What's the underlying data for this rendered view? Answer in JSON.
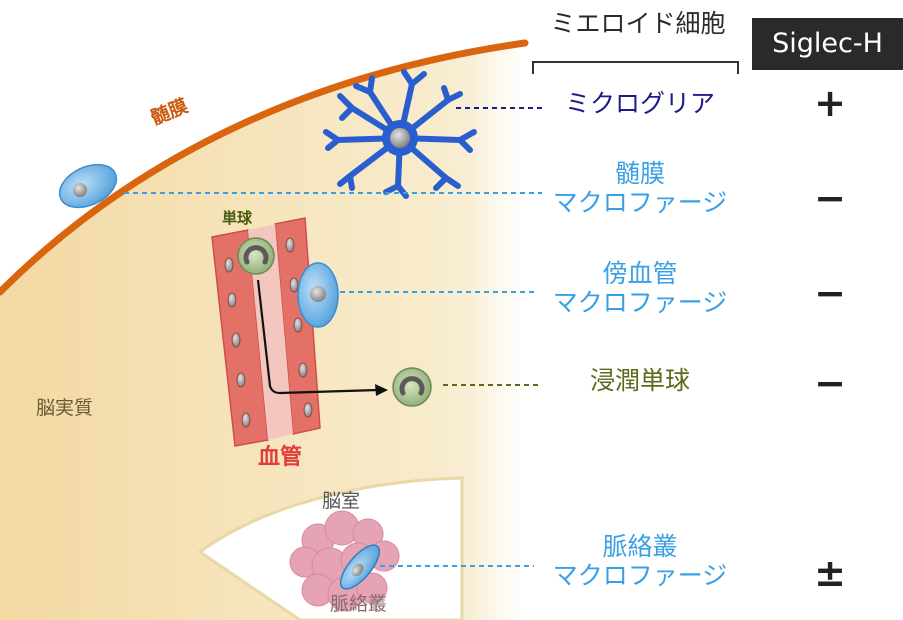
{
  "header": {
    "myeloid_cells": "ミエロイド細胞",
    "siglec_h": "Siglec-H"
  },
  "rows": [
    {
      "name_lines": [
        "ミクログリア"
      ],
      "symbol": "+"
    },
    {
      "name_lines": [
        "髄膜",
        "マクロファージ"
      ],
      "symbol": "−"
    },
    {
      "name_lines": [
        "傍血管",
        "マクロファージ"
      ],
      "symbol": "−"
    },
    {
      "name_lines": [
        "浸潤単球"
      ],
      "symbol": "−"
    },
    {
      "name_lines": [
        "脈絡叢",
        "マクロファージ"
      ],
      "symbol": "±"
    }
  ],
  "labels": {
    "meninges": "髄膜",
    "monocyte": "単球",
    "parenchyma": "脳実質",
    "blood_vessel": "血管",
    "ventricle": "脳室",
    "choroid_plexus": "脈絡叢"
  },
  "colors": {
    "blue_text": "#3aa0e6",
    "navy_text": "#1b1b8c",
    "olive_text": "#5d6a1a",
    "meninges_orange": "#d9650f",
    "vessel_red": "#e23b3b",
    "brain_fill": "#f5dfae"
  }
}
